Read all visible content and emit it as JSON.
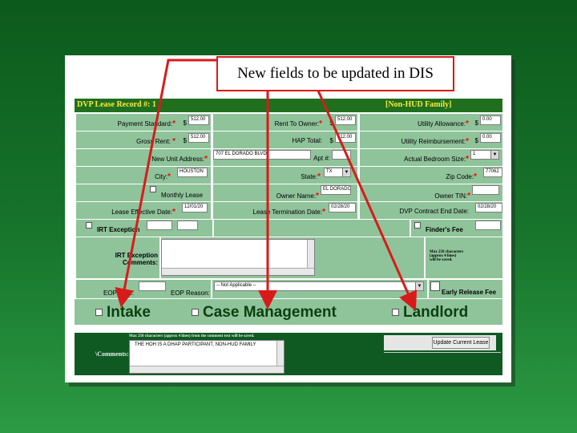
{
  "callout": "New fields to be updated in DIS",
  "header": {
    "title": "DVP Lease Record #: 1",
    "family": "[Non-HUD Family]"
  },
  "rows": {
    "r1": {
      "payment_standard": {
        "label": "Payment Standard:",
        "currency": "$",
        "value": "512.00"
      },
      "rent_to_owner": {
        "label": "Rent To Owner:",
        "currency": "$",
        "value": "512.00"
      },
      "utility_allowance": {
        "label": "Utility Allowance:",
        "currency": "$",
        "value": "0.00"
      }
    },
    "r2": {
      "gross_rent": {
        "label": "Gross Rent:",
        "currency": "$",
        "value": "512.00"
      },
      "hap_total": {
        "label": "HAP Total:",
        "currency": "$",
        "value": "512.00"
      },
      "utility_reimbursement": {
        "label": "Utility Reimbursement:",
        "currency": "$",
        "value": "0.00"
      }
    },
    "r3": {
      "new_unit_address": {
        "label": "New Unit Address:",
        "value": "707 EL DORADO BLVD"
      },
      "apt": {
        "label": "Apt #:",
        "value": ""
      },
      "actual_bedroom_size": {
        "label": "Actual Bedroom Size:",
        "value": "1"
      }
    },
    "r4": {
      "city": {
        "label": "City:",
        "value": "HOUSTON"
      },
      "state": {
        "label": "State:",
        "value": "TX"
      },
      "zip": {
        "label": "Zip Code:",
        "value": "77062"
      }
    },
    "r5": {
      "monthly_lease": {
        "label": "Monthly Lease"
      },
      "owner_name": {
        "label": "Owner Name:",
        "value": "EL DORADO"
      },
      "owner_tin": {
        "label": "Owner TIN:",
        "value": ""
      }
    },
    "r6": {
      "lease_effective": {
        "label": "Lease Effective Date:",
        "value": "12/01/20"
      },
      "lease_termination": {
        "label": "Lease Termination Date:",
        "value": "02/28/20"
      },
      "dvp_contract_end": {
        "label": "DVP Contract End Date:",
        "value": "02/28/20"
      }
    },
    "r7": {
      "irt_exception": {
        "label": "IRT Exception"
      },
      "finders_fee": {
        "label": "Finder's Fee"
      }
    },
    "r8": {
      "irt_comments": {
        "label_line1": "IRT Exception",
        "label_line2": "Comments:"
      },
      "max_note": {
        "line1": "Max 250 characters",
        "line2": "(approx 4 lines)",
        "line3": "will be saved."
      }
    },
    "r9": {
      "eop_date": {
        "label": "EOP Date:"
      },
      "eop_reason": {
        "label": "EOP Reason:",
        "value": "-- Not Applicable --"
      },
      "early_release_fee": {
        "label": "Early Release Fee"
      }
    }
  },
  "big_options": {
    "intake": "Intake",
    "case_management": "Case Management",
    "landlord": "Landlord"
  },
  "comments": {
    "note": "Max 250 characters (approx 4 lines) from the comment text will be saved.",
    "label": "\\Comments:",
    "value": "THE HOH IS A DHAP PARTICIPANT, NON-HUD FAMILY"
  },
  "update_button": "Update Current Lease",
  "colors": {
    "background": "#17752c",
    "header": "#1f6f1f",
    "cell": "#8fc39a",
    "big_text": "#0c3f0f",
    "arrow": "#d71b1b"
  }
}
